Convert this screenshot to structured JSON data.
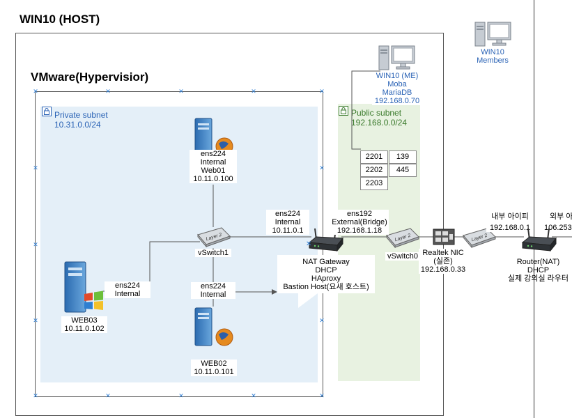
{
  "host": {
    "title": "WIN10 (HOST)"
  },
  "hypervisor": {
    "title": "VMware(Hypervisior)"
  },
  "private_subnet": {
    "name": "Private subnet",
    "cidr": "10.31.0.0/24"
  },
  "public_subnet": {
    "name": "Public subnet",
    "cidr": "192.168.0.0/24"
  },
  "members": {
    "line1": "WIN10",
    "line2": "Members"
  },
  "me": {
    "line1": "WIN10 (ME)",
    "line2": "Moba",
    "line3": "MariaDB",
    "line4": "192.168.0.70"
  },
  "ports": {
    "p2201": "2201",
    "p2202": "2202",
    "p2203": "2203",
    "p139": "139",
    "p445": "445"
  },
  "web01": {
    "iface": "ens224",
    "net": "Internal",
    "name": "Web01",
    "ip": "10.11.0.100"
  },
  "web02": {
    "iface": "ens224",
    "net": "Internal",
    "name": "WEB02",
    "ip": "10.11.0.101"
  },
  "web03": {
    "iface": "ens224",
    "net": "Internal",
    "name": "WEB03",
    "ip": "10.11.0.102"
  },
  "vswitch1": {
    "name": "vSwitch1",
    "chip": "Layer 2"
  },
  "vswitch0": {
    "name": "vSwitch0",
    "chip": "Layer 2"
  },
  "gw_inner": {
    "iface": "ens224",
    "net": "Internal",
    "ip": "10.11.0.1"
  },
  "gw_outer": {
    "iface": "ens192",
    "net": "External(Bridge)",
    "ip": "192.168.1.18"
  },
  "gateway": {
    "line1": "NAT Gateway",
    "line2": "DHCP",
    "line3": "HAproxy",
    "line4": "Bastion Host(요새 호스트)"
  },
  "nic": {
    "line1": "Realtek NIC",
    "line2": "(실존)",
    "line3": "192.168.0.33"
  },
  "inner_ip": {
    "label": "내부 아이피",
    "ip": "192.168.0.1"
  },
  "outer_ip": {
    "label": "외부 아",
    "ip": "106.253."
  },
  "router": {
    "line1": "Router(NAT)",
    "line2": "DHCP",
    "line3": "실제 강의실 라우터"
  },
  "switch_right": {
    "chip": "Layer 2"
  },
  "colors": {
    "private_fill": "#e4eff8",
    "public_fill": "#e8f2e1",
    "label_blue": "#2962b5",
    "label_green": "#3a7a2c",
    "handle_blue": "#2f7fd6"
  }
}
